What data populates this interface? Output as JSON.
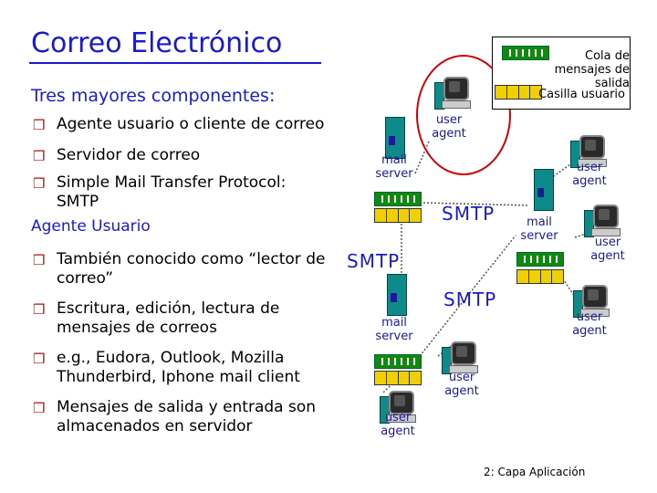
{
  "slide": {
    "title": "Correo Electrónico",
    "subtitle": "Tres mayores componentes:",
    "bullets_top": [
      "Agente usuario o cliente de correo",
      "Servidor de correo",
      "Simple Mail Transfer Protocol:\nSMTP"
    ],
    "section_heading": "Agente Usuario",
    "bullets_bottom": [
      "También conocido como “lector de\ncorreo”",
      "Escritura, edición, lectura de\nmensajes de correos",
      "e.g., Eudora, Outlook, Mozilla\nThunderbird, Iphone mail client",
      "Mensajes de salida y entrada son\nalmacenados en servidor"
    ],
    "bullet_marker": "❒",
    "footer": "2: Capa Aplicación"
  },
  "diagram": {
    "legend": {
      "outgoing_queue": "Cola de\nmensajes de salida",
      "mailbox": "Casilla usuario"
    },
    "user_agent_label": "user\nagent",
    "mail_server_label": "mail\nserver",
    "protocol_label": "SMTP"
  },
  "colors": {
    "title": "#1a1acc",
    "bullet_marker": "#b01010",
    "server": "#0d8a8a",
    "queue": "#0f8a0f",
    "mailbox": "#f0d000",
    "highlight_oval": "#d00000",
    "link_line": "#555555"
  }
}
